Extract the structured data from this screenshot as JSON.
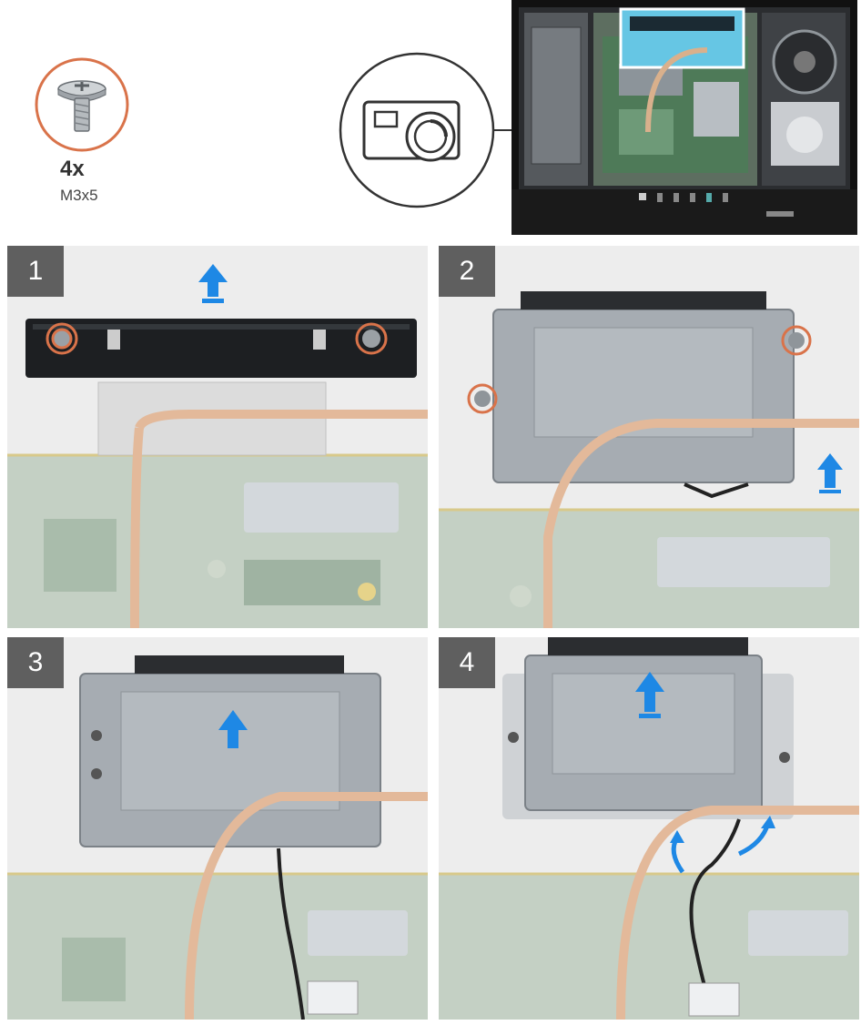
{
  "screw": {
    "count": "4x",
    "size": "M3x5"
  },
  "steps": [
    {
      "number": "1"
    },
    {
      "number": "2"
    },
    {
      "number": "3"
    },
    {
      "number": "4"
    }
  ],
  "icons": {
    "screw": "screw-icon",
    "camera": "camera-icon",
    "arrow": "up-arrow-icon"
  },
  "colors": {
    "screw_ring": "#d9734a",
    "arrow": "#1e88e5",
    "heatpipe": "#e3b99a",
    "bracket": "#a6acb2",
    "board": "#b9c7bc",
    "cable": "#222222"
  }
}
